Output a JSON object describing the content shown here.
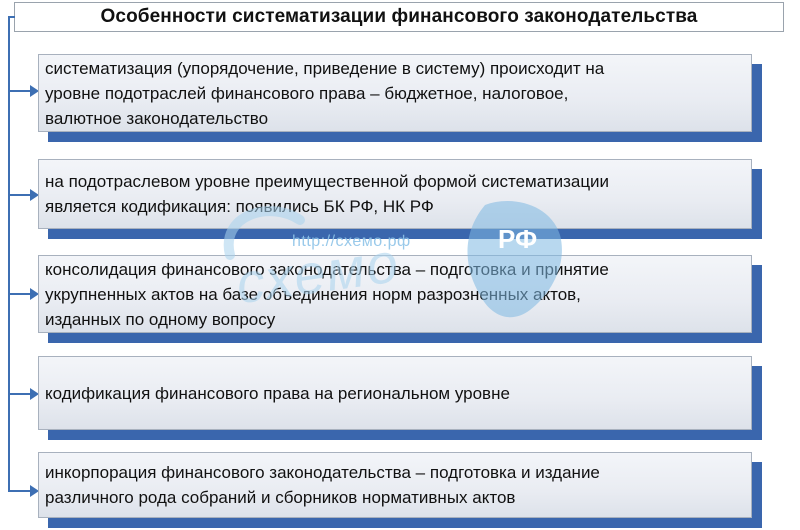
{
  "header": {
    "title": "Особенности систематизации финансового законодательства"
  },
  "items": [
    {
      "lines": [
        "систематизация (упорядочение, приведение в систему) происходит на",
        "уровне подотраслей финансового права – бюджетное, налоговое,",
        "валютное законодательство"
      ]
    },
    {
      "lines": [
        "на подотраслевом уровне преимущественной формой систематизации",
        "является кодификация: появились БК РФ, НК РФ"
      ]
    },
    {
      "lines": [
        "консолидация финансового законодательства – подготовка и принятие",
        "укрупненных актов на базе объединения норм разрозненных актов,",
        "изданных по одному вопросу"
      ]
    },
    {
      "lines": [
        "кодификация финансового права на региональном уровне"
      ]
    },
    {
      "lines": [
        "инкорпорация финансового законодательства – подготовка и издание",
        "различного рода собраний и сборников нормативных актов"
      ]
    }
  ],
  "watermark": {
    "url": "http://схемо.рф",
    "word": "схемо",
    "badge": "РФ"
  },
  "colors": {
    "accent": "#3a66ad",
    "connector": "#3d6fb3",
    "box_fill": "#e9ecf2",
    "box_border": "#a8b1be"
  }
}
